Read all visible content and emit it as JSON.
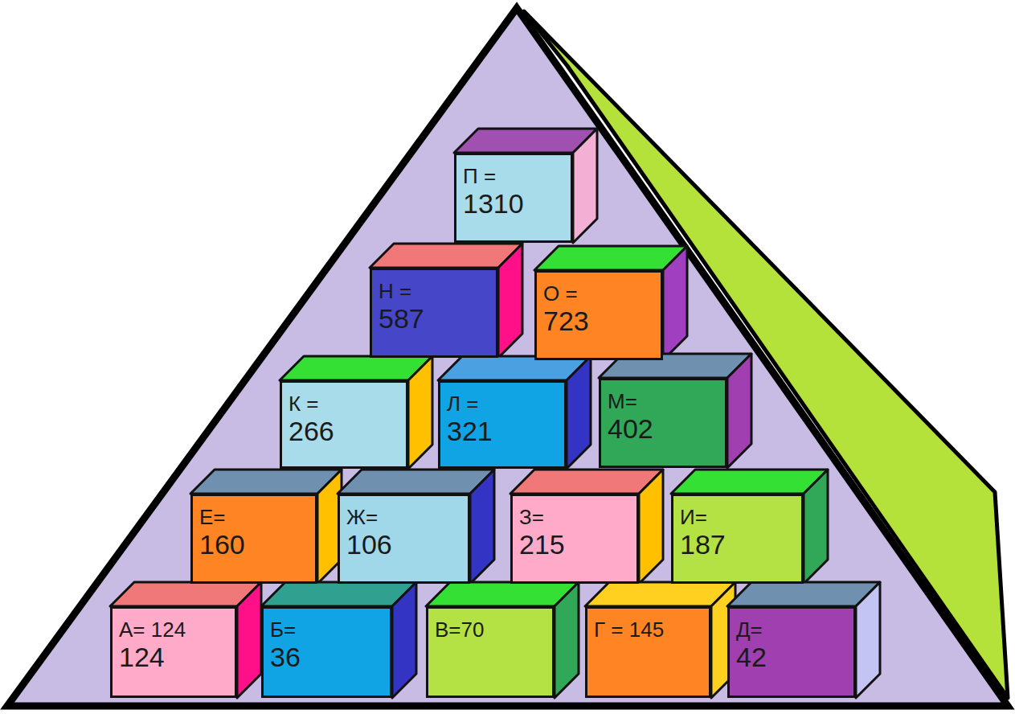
{
  "diagram": {
    "nodes": [
      {
        "text": [
          "П =",
          "1310"
        ]
      },
      {
        "text": [
          "Н =",
          "587"
        ]
      },
      {
        "text": [
          "О =",
          "723"
        ]
      },
      {
        "text": [
          "К =",
          "266"
        ]
      },
      {
        "text": [
          "Л =",
          "321"
        ]
      },
      {
        "text": [
          "М=",
          "402"
        ]
      },
      {
        "text": [
          "Е=",
          "160"
        ]
      },
      {
        "text": [
          "Ж=",
          "106"
        ]
      },
      {
        "text": [
          "З=",
          "215"
        ]
      },
      {
        "text": [
          "И=",
          "187"
        ]
      },
      {
        "text": [
          "А= 124",
          "124"
        ]
      },
      {
        "text": [
          "Б=",
          "36"
        ]
      },
      {
        "text": [
          "В=70"
        ]
      },
      {
        "text": [
          "Г = 145"
        ]
      },
      {
        "text": [
          "Д=",
          "42"
        ]
      }
    ]
  }
}
